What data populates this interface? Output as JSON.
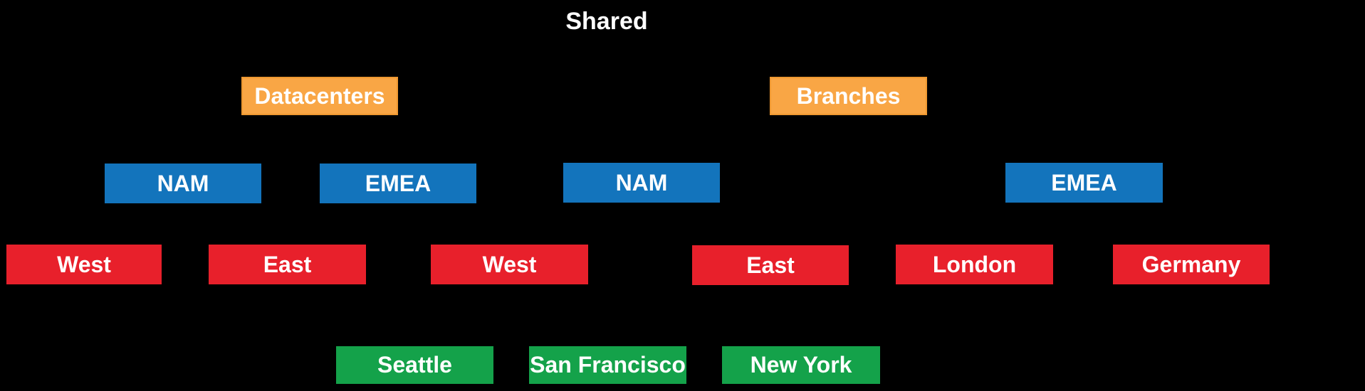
{
  "colors": {
    "background": "#000000",
    "orange": "#F9A645",
    "orange_border": "#EE9831",
    "blue": "#1374BC",
    "red": "#E8202B",
    "green": "#14A24A",
    "text": "#FFFFFF"
  },
  "diagram": {
    "root_label": "Shared",
    "level1": {
      "color_name": "orange",
      "nodes": [
        {
          "label": "Datacenters"
        },
        {
          "label": "Branches"
        }
      ]
    },
    "level2": {
      "color_name": "blue",
      "nodes": [
        {
          "label": "NAM"
        },
        {
          "label": "EMEA"
        },
        {
          "label": "NAM"
        },
        {
          "label": "EMEA"
        }
      ]
    },
    "level3": {
      "color_name": "red",
      "nodes": [
        {
          "label": "West"
        },
        {
          "label": "East"
        },
        {
          "label": "West"
        },
        {
          "label": "East"
        },
        {
          "label": "London"
        },
        {
          "label": "Germany"
        }
      ]
    },
    "level4": {
      "color_name": "green",
      "nodes": [
        {
          "label": "Seattle"
        },
        {
          "label": "San Francisco"
        },
        {
          "label": "New York"
        }
      ]
    }
  }
}
